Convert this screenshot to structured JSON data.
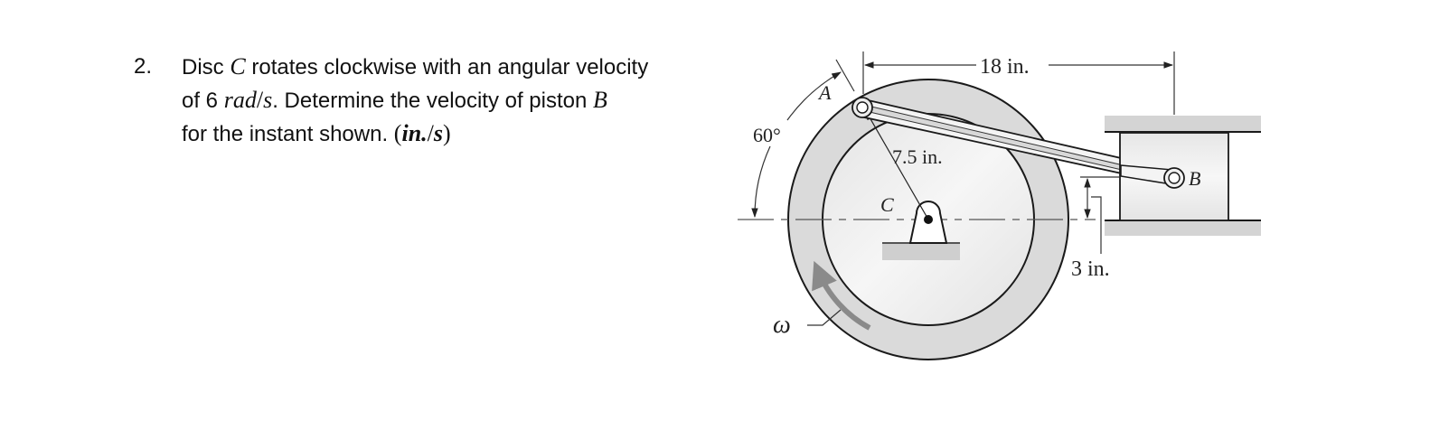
{
  "problem": {
    "number": "2.",
    "line1_pre": "Disc ",
    "line1_var": "C",
    "line1_post": " rotates clockwise with an angular velocity",
    "line2_pre": "of 6 ",
    "line2_unit_a": "rad",
    "line2_slash": "/",
    "line2_unit_b": "s",
    "line2_post": ". Determine the velocity of piston ",
    "line2_var": "B",
    "line3_pre": "for the instant shown. ",
    "line3_open": "(",
    "line3_unit_a": "in.",
    "line3_slash": "/",
    "line3_unit_b": "s",
    "line3_close": ")"
  },
  "figure": {
    "labels": {
      "point_a": "A",
      "point_b": "B",
      "point_c": "C",
      "angle": "60°",
      "radius": "7.5 in.",
      "horizontal_distance": "18 in.",
      "vertical_offset": "3 in.",
      "omega": "ω"
    },
    "given": {
      "angular_velocity_rad_s": 6,
      "rotation_direction": "clockwise",
      "crank_radius_in": 7.5,
      "angle_deg": 60,
      "horizontal_distance_in": 18,
      "vertical_offset_in": 3
    },
    "colors": {
      "outline": "#1a1a1a",
      "disc_ring": "#d9d9d9",
      "disc_face": "#ececec",
      "ground": "#cfcfcf",
      "omega_arrow": "#8a8a8a"
    }
  }
}
